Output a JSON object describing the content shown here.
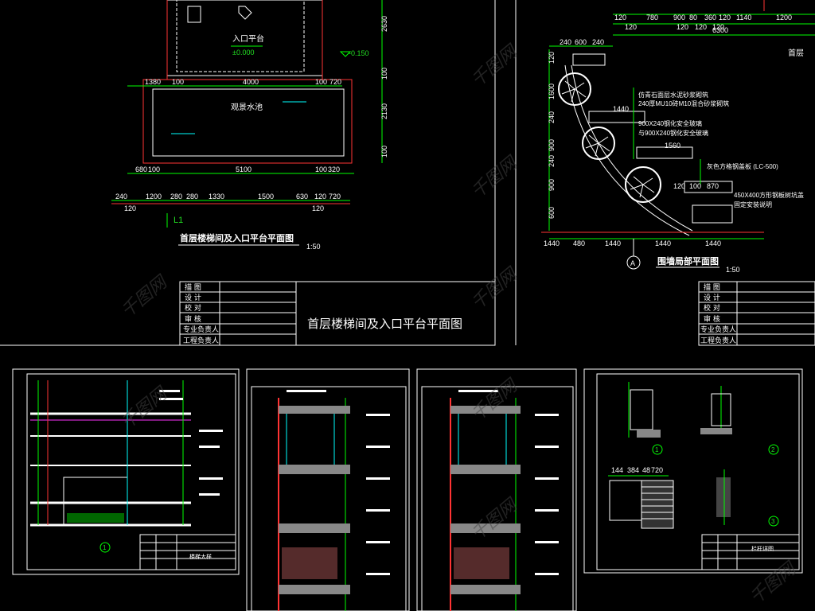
{
  "top_left": {
    "labels": {
      "entrance_platform": "入口平台",
      "entrance_level": "±0.000",
      "right_level": "-0.150",
      "pool": "观景水池",
      "axis": "L1"
    },
    "dims_row1": [
      "1380",
      "100",
      "4000",
      "100",
      "720"
    ],
    "dims_row2": [
      "680",
      "100",
      "5100",
      "100",
      "320"
    ],
    "dims_row3": [
      "240",
      "1200",
      "280",
      "280",
      "1330",
      "1500",
      "630",
      "120",
      "720"
    ],
    "dims_row3b": [
      "120",
      "120"
    ],
    "vdims": [
      "2630",
      "100",
      "2130",
      "100"
    ],
    "drawing_title": "首层楼梯间及入口平台平面图",
    "scale": "1:50",
    "title_block": {
      "rows": [
        "描  图",
        "设  计",
        "校  对",
        "审  核",
        "专业负责人",
        "工程负责人"
      ],
      "name": "首层楼梯间及入口平台平面图"
    }
  },
  "top_right": {
    "top_dims": [
      "120",
      "780",
      "900",
      "80",
      "360",
      "120",
      "1140",
      "1200"
    ],
    "top_dims2": [
      "120",
      "120",
      "120",
      "120"
    ],
    "total": "6300",
    "corner_label": "首层",
    "left_dims": [
      "240",
      "600",
      "240"
    ],
    "notes": [
      "仿青石面层水泥砂浆砌筑",
      "240厚MU10砖M10混合砂浆砌筑",
      "900X240钢化安全玻璃",
      "与900X240钢化安全玻璃",
      "灰色方格钢盖板 (LC-500)",
      "450X400方形钢板树坑盖",
      "固定安装说明"
    ],
    "inner_dims": [
      "1440",
      "1560",
      "120",
      "100",
      "870"
    ],
    "vdims": [
      "1600",
      "120",
      "900",
      "240",
      "900",
      "240",
      "600"
    ],
    "bottom_dims": [
      "1440",
      "480",
      "1440",
      "1440",
      "1440"
    ],
    "axis": "A",
    "drawing_title": "围墙局部平面图",
    "scale": "1:50",
    "title_block_rows": [
      "描  图",
      "设  计",
      "校  对",
      "审  核",
      "专业负责人",
      "工程负责人"
    ]
  },
  "bottom_sheets": {
    "sheet1_title": "楼梯大样",
    "sheet4_dims": [
      "144",
      "384",
      "48",
      "720"
    ],
    "sheet4_title": "栏杆详图",
    "markers": [
      "1",
      "2",
      "3"
    ]
  },
  "watermark": "千图网",
  "colors": {
    "line_white": "#ffffff",
    "line_red": "#ff2a2a",
    "line_green": "#22dd22",
    "line_cyan": "#00e5ff",
    "line_yellow": "#ffff00",
    "line_magenta": "#ff33ff",
    "background": "#000000"
  }
}
